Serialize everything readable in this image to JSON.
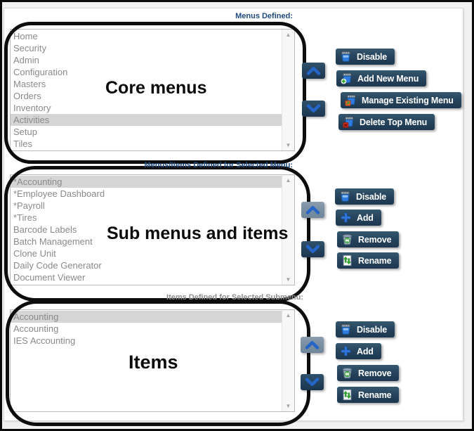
{
  "window": {
    "background": "#f1f1f1",
    "frame_color": "#0a0a0a",
    "panel_color": "#ffffff"
  },
  "colors": {
    "button_bg": "#24425c",
    "button_text": "#ffffff",
    "label_navy": "#1F497D",
    "label_gray": "#8f8f8f",
    "list_text": "#8a8a8a",
    "selected_row_bg": "#d5d5d5",
    "chevron_blue": "#2565c8",
    "disabled_arrow_bg": "#7b8fa2"
  },
  "scrollbar": {
    "up_glyph": "▲",
    "down_glyph": "▼"
  },
  "sections": [
    {
      "label": "Menus Defined:",
      "annotation": "Core menus",
      "list": {
        "items": [
          "Home",
          "Security",
          "Admin",
          "Configuration",
          "Masters",
          "Orders",
          "Inventory",
          "Activities",
          "Setup",
          "Tiles"
        ],
        "selected": "Activities",
        "selected_index": 7
      },
      "arrows": {
        "up_disabled": false,
        "down_disabled": false
      },
      "buttons": [
        {
          "label": "Disable",
          "icon": "menu-box-icon"
        },
        {
          "label": "Add New Menu",
          "icon": "menu-box-add-icon"
        },
        {
          "label": "Manage Existing Menu",
          "icon": "menu-box-manage-icon"
        },
        {
          "label": "Delete Top Menu",
          "icon": "menu-box-delete-icon"
        }
      ]
    },
    {
      "label": "Menus/Items Defined for Selected Menu:",
      "annotation": "Sub menus and items",
      "list": {
        "items": [
          "*Accounting",
          "*Employee Dashboard",
          "*Payroll",
          "*Tires",
          "Barcode Labels",
          "Batch Management",
          "Clone Unit",
          "Daily Code Generator",
          "Document Viewer"
        ],
        "selected": "*Accounting",
        "selected_index": 0
      },
      "arrows": {
        "up_disabled": true,
        "down_disabled": false
      },
      "buttons": [
        {
          "label": "Disable",
          "icon": "menu-box-icon"
        },
        {
          "label": "Add",
          "icon": "plus-icon"
        },
        {
          "label": "Remove",
          "icon": "trash-recycle-icon"
        },
        {
          "label": "Rename",
          "icon": "rename-page-icon"
        }
      ]
    },
    {
      "label": "Items Defined for Selected Submenu:",
      "annotation": "Items",
      "list": {
        "items": [
          "Accounting",
          "Accounting",
          "IES Accounting"
        ],
        "selected": "Accounting",
        "selected_index": 0
      },
      "arrows": {
        "up_disabled": true,
        "down_disabled": false
      },
      "buttons": [
        {
          "label": "Disable",
          "icon": "menu-box-icon"
        },
        {
          "label": "Add",
          "icon": "plus-icon"
        },
        {
          "label": "Remove",
          "icon": "trash-recycle-icon"
        },
        {
          "label": "Rename",
          "icon": "rename-page-icon"
        }
      ]
    }
  ]
}
